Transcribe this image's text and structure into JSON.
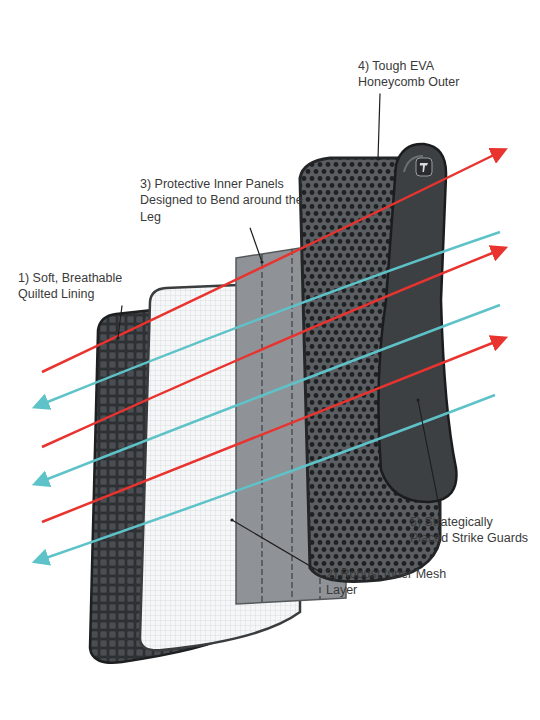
{
  "diagram": {
    "labels": [
      "4) Tough EVA Honeycomb Outer",
      "3) Protective Inner Panels Designed to Bend around the Leg",
      "1) Soft, Breathable Quilted Lining",
      "5) Strategically Placed Strike Guards",
      "2) Robust Inner Mesh Layer"
    ]
  }
}
